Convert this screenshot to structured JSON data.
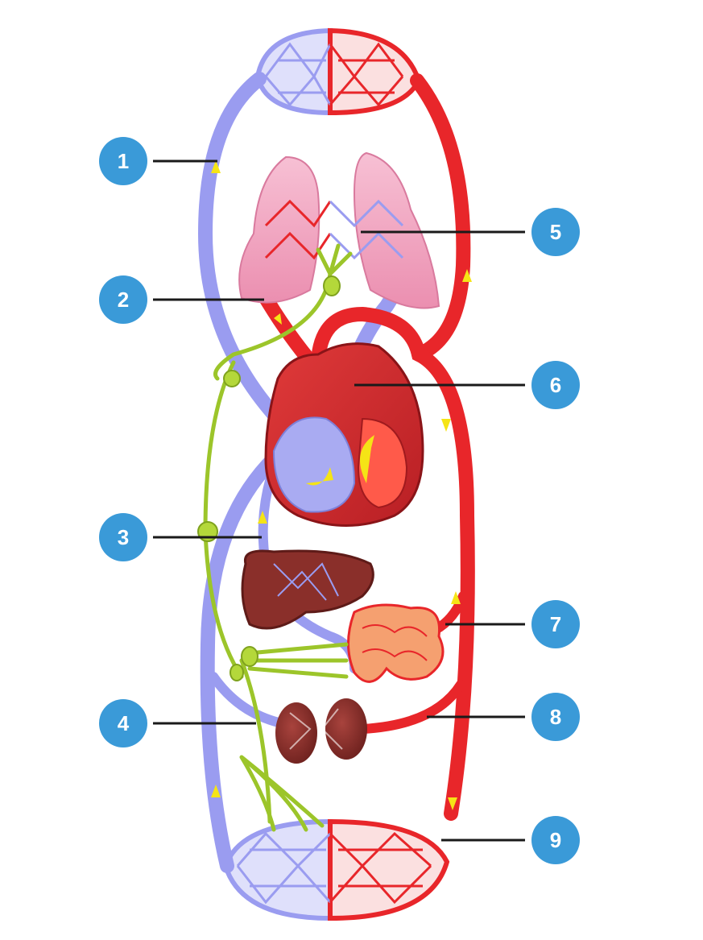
{
  "diagram": {
    "colors": {
      "artery": "#e8262a",
      "vein": "#9a9cf0",
      "lymph": "#9cc52a",
      "flow_arrow": "#f5e416",
      "lung": "#f0a0c0",
      "liver": "#8a2f2a",
      "badge": "#3a9ad8",
      "leader": "#1a1a1a"
    },
    "callouts": [
      {
        "id": "1",
        "label": "1",
        "points_to": "superior-vena-cava"
      },
      {
        "id": "2",
        "label": "2",
        "points_to": "pulmonary-artery"
      },
      {
        "id": "3",
        "label": "3",
        "points_to": "hepatic-portal-vein"
      },
      {
        "id": "4",
        "label": "4",
        "points_to": "renal-vein"
      },
      {
        "id": "5",
        "label": "5",
        "points_to": "lung-capillaries"
      },
      {
        "id": "6",
        "label": "6",
        "points_to": "pulmonary-vein"
      },
      {
        "id": "7",
        "label": "7",
        "points_to": "intestinal-artery"
      },
      {
        "id": "8",
        "label": "8",
        "points_to": "renal-artery"
      },
      {
        "id": "9",
        "label": "9",
        "points_to": "lower-body-capillaries"
      }
    ]
  }
}
